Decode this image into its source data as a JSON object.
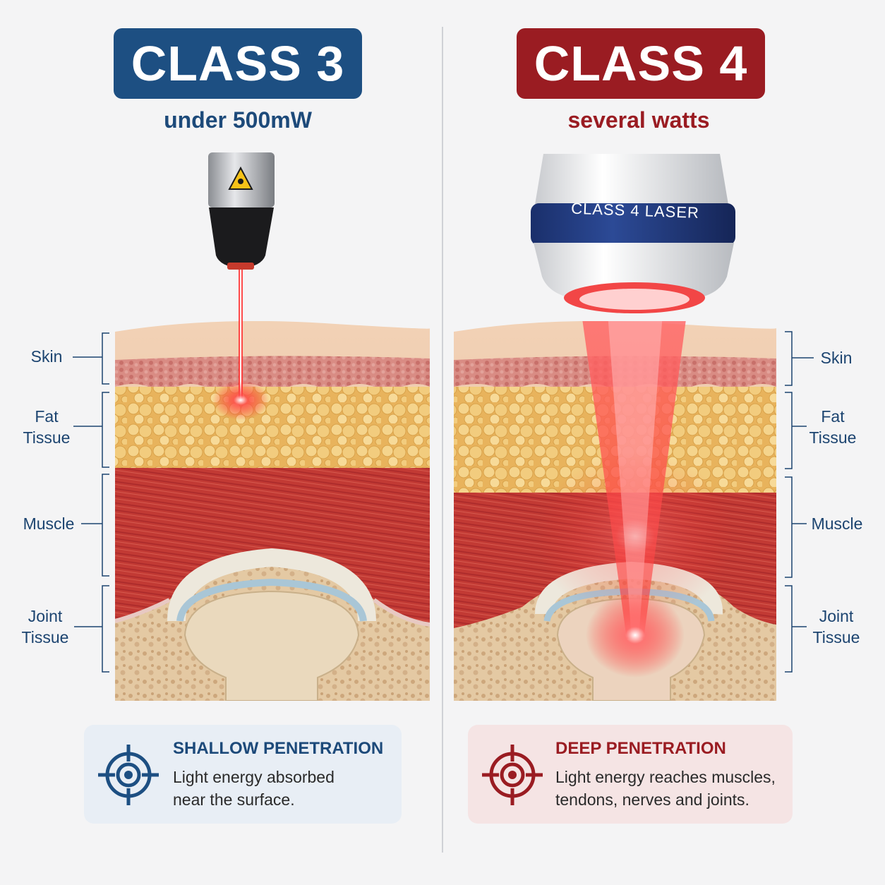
{
  "left": {
    "badge": "CLASS 3",
    "power": "under 500mW",
    "card_title": "SHALLOW PENETRATION",
    "card_desc_line1": "Light energy absorbed",
    "card_desc_line2": "near the surface.",
    "accent": "#1d4f82",
    "icon": "target-icon"
  },
  "right": {
    "badge": "CLASS 4",
    "power": "several watts",
    "device_label": "CLASS 4 LASER",
    "card_title": "DEEP PENETRATION",
    "card_desc_line1": "Light energy reaches muscles,",
    "card_desc_line2": "tendons, nerves and joints.",
    "accent": "#9a1c22",
    "icon": "target-icon"
  },
  "layers": {
    "skin": "Skin",
    "fat_line1": "Fat",
    "fat_line2": "Tissue",
    "muscle": "Muscle",
    "joint_line1": "Joint",
    "joint_line2": "Tissue"
  }
}
